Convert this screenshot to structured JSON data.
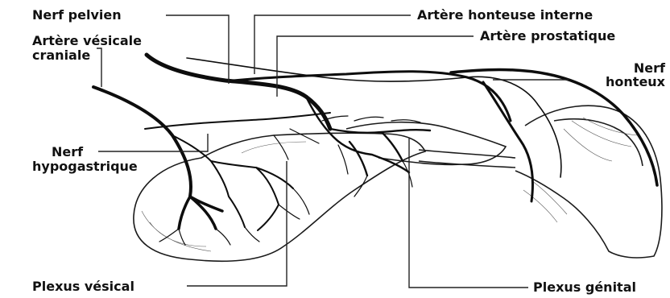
{
  "labels": {
    "nerf_pelvien": "Nerf pelvien",
    "artere_vesicale_1": "Artère vésicale",
    "artere_vesicale_2": "craniale",
    "nerf_hypogastrique_1": "Nerf",
    "nerf_hypogastrique_2": "hypogastrique",
    "plexus_vesical": "Plexus vésical",
    "artere_honteuse": "Artère honteuse interne",
    "artere_prostatique": "Artère prostatique",
    "nerf_honteux_1": "Nerf",
    "nerf_honteux_2": "honteux",
    "plexus_genital": "Plexus génital"
  }
}
